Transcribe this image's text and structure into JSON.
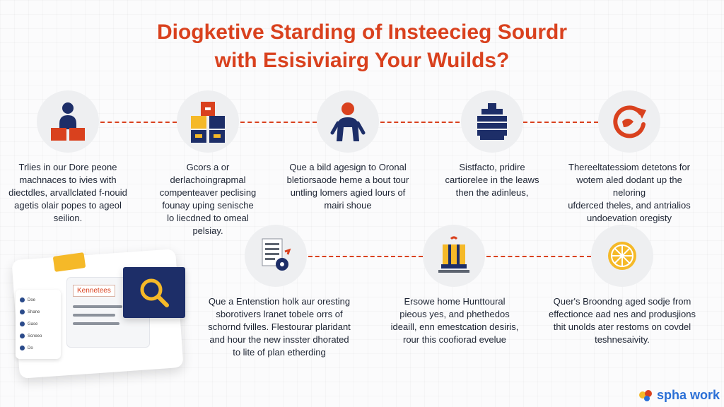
{
  "title": {
    "line1": "Diogketive Starding of Insteecieg Sourdr",
    "line2": "with Esisiviairg Your Wuilds?"
  },
  "steps_top": [
    {
      "icon": "person-on-boxes-icon",
      "lines": [
        "Trlies in our Dore peone",
        "machnaces to ivies with",
        "diectdles, arvallclated f-nouid",
        "agetis olair popes to ageol",
        "seilion."
      ]
    },
    {
      "icon": "stacked-blocks-icon",
      "lines": [
        "Gcors a or",
        "derlachoingrapmal",
        "compenteaver peclising",
        "founay uping senische",
        "lo liecdned to omeal",
        "pelsiay."
      ]
    },
    {
      "icon": "person-icon",
      "lines": [
        "Que a bild agesign to Oronal",
        "bletiorsaode heme a bout tour",
        "untling lomers agied lours of",
        "mairi shoue"
      ]
    },
    {
      "icon": "document-stack-icon",
      "lines": [
        "Sistfacto, pridire",
        "cartiorelee in the leaws",
        "then the adinleus,"
      ]
    },
    {
      "icon": "refresh-arrow-icon",
      "lines": [
        "Thereeltatessiom detetons for",
        "wotem aled dodant up the neloring",
        "ufderced theles, and antrialios",
        "undoevation oregisty"
      ]
    }
  ],
  "steps_bottom": [
    {
      "icon": "document-gear-icon",
      "lines": [
        "Que a Entenstion holk aur oresting",
        "sborotivers lranet tobele orrs of",
        "schornd fvilles. Flestourar plaridant",
        "and hour the new insster dhorated",
        "to lite of plan etherding"
      ]
    },
    {
      "icon": "lightbulb-machine-icon",
      "lines": [
        "Ersowe home Hunttoural",
        "pieous yes, and phethedos",
        "ideaill, enn emestcation desiris,",
        "rour this coofiorad evelue"
      ]
    },
    {
      "icon": "orange-slice-icon",
      "lines": [
        "Quer's Broondng aged sodje from",
        "effectionce aad nes and produsjions",
        "thit unolds ater restoms on covdel",
        "teshnesaivity."
      ]
    }
  ],
  "card": {
    "label": "Kennetees",
    "list_items": [
      "Doe",
      "Shane",
      "Gase",
      "Scneeo",
      "Do"
    ]
  },
  "logo": {
    "text": "ѕpha work"
  },
  "colors": {
    "accent": "#d9411e",
    "navy": "#1d2e68",
    "yellow": "#f5b928"
  }
}
